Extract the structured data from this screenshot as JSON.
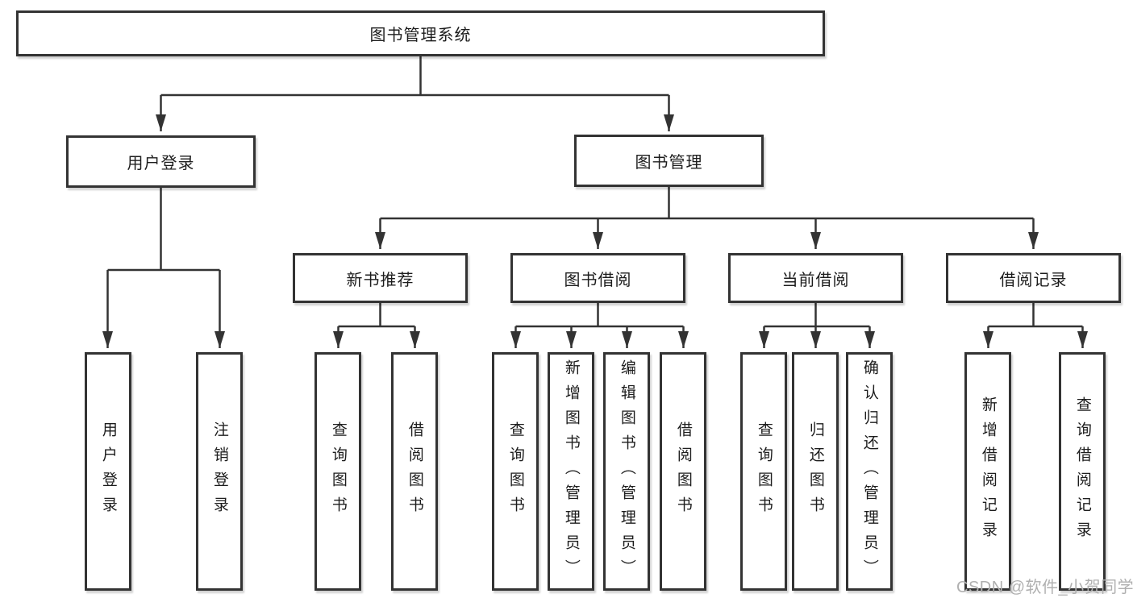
{
  "tree": {
    "root": "图书管理系统",
    "branches": [
      {
        "label": "用户登录",
        "leaves": [
          "用户登录",
          "注销登录"
        ]
      },
      {
        "label": "图书管理",
        "groups": [
          {
            "label": "新书推荐",
            "leaves": [
              "查询图书",
              "借阅图书"
            ]
          },
          {
            "label": "图书借阅",
            "leaves": [
              "查询图书",
              "新增图书（管理员）",
              "编辑图书（管理员）",
              "借阅图书"
            ]
          },
          {
            "label": "当前借阅",
            "leaves": [
              "查询图书",
              "归还图书",
              "确认归还（管理员）"
            ]
          },
          {
            "label": "借阅记录",
            "leaves": [
              "新增借阅记录",
              "查询借阅记录"
            ]
          }
        ]
      }
    ]
  },
  "watermark": {
    "text": "CSDN @软件_小贺同学"
  },
  "colors": {
    "line": "#333333",
    "text": "#1d1d1d",
    "background": "#ffffff",
    "watermark": "#b0b0b0"
  }
}
